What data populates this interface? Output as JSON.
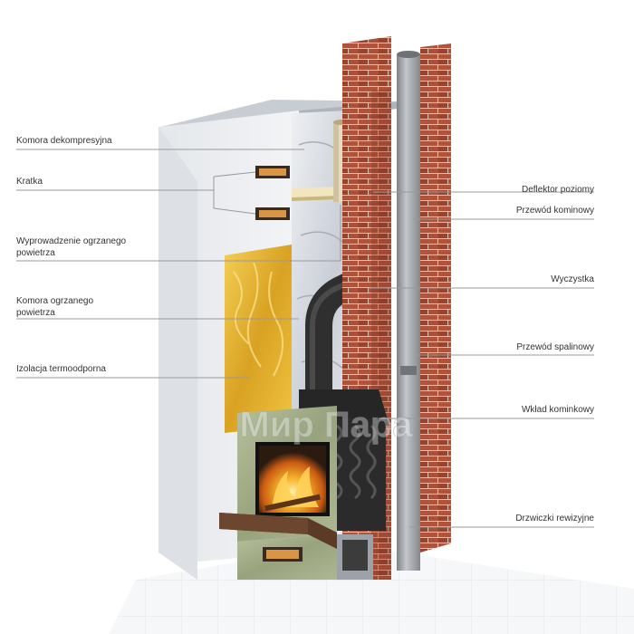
{
  "labels_left": [
    {
      "text": "Komora dekompresyjna"
    },
    {
      "text": "Kratka"
    },
    {
      "text": "Wyprowadzenie ogrzanego\npowietrza"
    },
    {
      "text": "Komora ogrzanego\npowietrza"
    },
    {
      "text": "Izolacja termoodporna"
    }
  ],
  "labels_right": [
    {
      "text": "Deflektor poziomy"
    },
    {
      "text": "Przewód kominowy"
    },
    {
      "text": "Wyczystka"
    },
    {
      "text": "Przewód spalinowy"
    },
    {
      "text": "Wkład kominkowy"
    },
    {
      "text": "Drzwiczki rewizyjne"
    }
  ],
  "watermark": "Мир Пара",
  "colors": {
    "leader_line": "#999999",
    "brick": "#a24a35",
    "brick_mortar": "#d9c6b4",
    "insulation": "#e7b733",
    "foil": "#d8dce2",
    "wall_white": "#eef0f3",
    "stove_body": "#2b2b2b",
    "marble_green": "#a3ad88",
    "shelf_wood": "#5b3a26",
    "flame": "#f2a321",
    "floor": "#f6f7f9",
    "pipe_grey": "#9fa3a8"
  }
}
